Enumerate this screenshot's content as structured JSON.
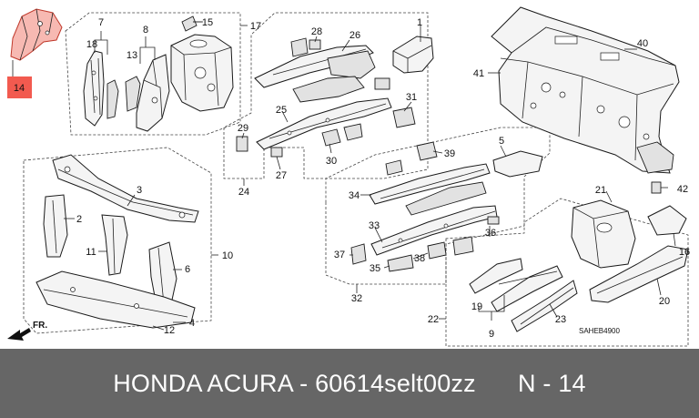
{
  "highlight_color": "#f25a4f",
  "footer_bg": "#666666",
  "diagram": {
    "callouts": [
      "1",
      "2",
      "3",
      "4",
      "5",
      "6",
      "7",
      "8",
      "9",
      "10",
      "11",
      "12",
      "13",
      "14",
      "15",
      "16",
      "17",
      "18",
      "19",
      "20",
      "21",
      "22",
      "23",
      "24",
      "25",
      "26",
      "27",
      "28",
      "29",
      "30",
      "31",
      "32",
      "33",
      "34",
      "35",
      "36",
      "37",
      "38",
      "39",
      "40",
      "41",
      "42"
    ],
    "highlight_label": "14",
    "direction_label": "FR.",
    "drawing_code": "SAHEB4900"
  },
  "footer": {
    "brand": "HONDA ACURA",
    "part_number": "60614selt00zz",
    "ref_label": "N",
    "ref_value": "14"
  }
}
